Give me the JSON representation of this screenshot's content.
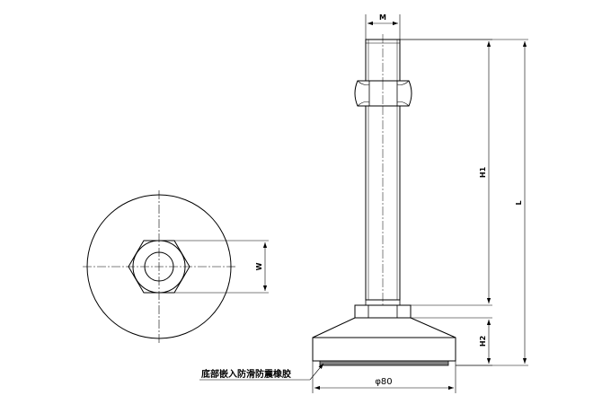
{
  "labels": {
    "m": "M",
    "h1": "H1",
    "l": "L",
    "w": "W",
    "h2": "H2",
    "diameter": "φ80",
    "base_note": "底部嵌入防滑防震橡胶"
  },
  "colors": {
    "line": "#000000",
    "shading": "#808080"
  }
}
